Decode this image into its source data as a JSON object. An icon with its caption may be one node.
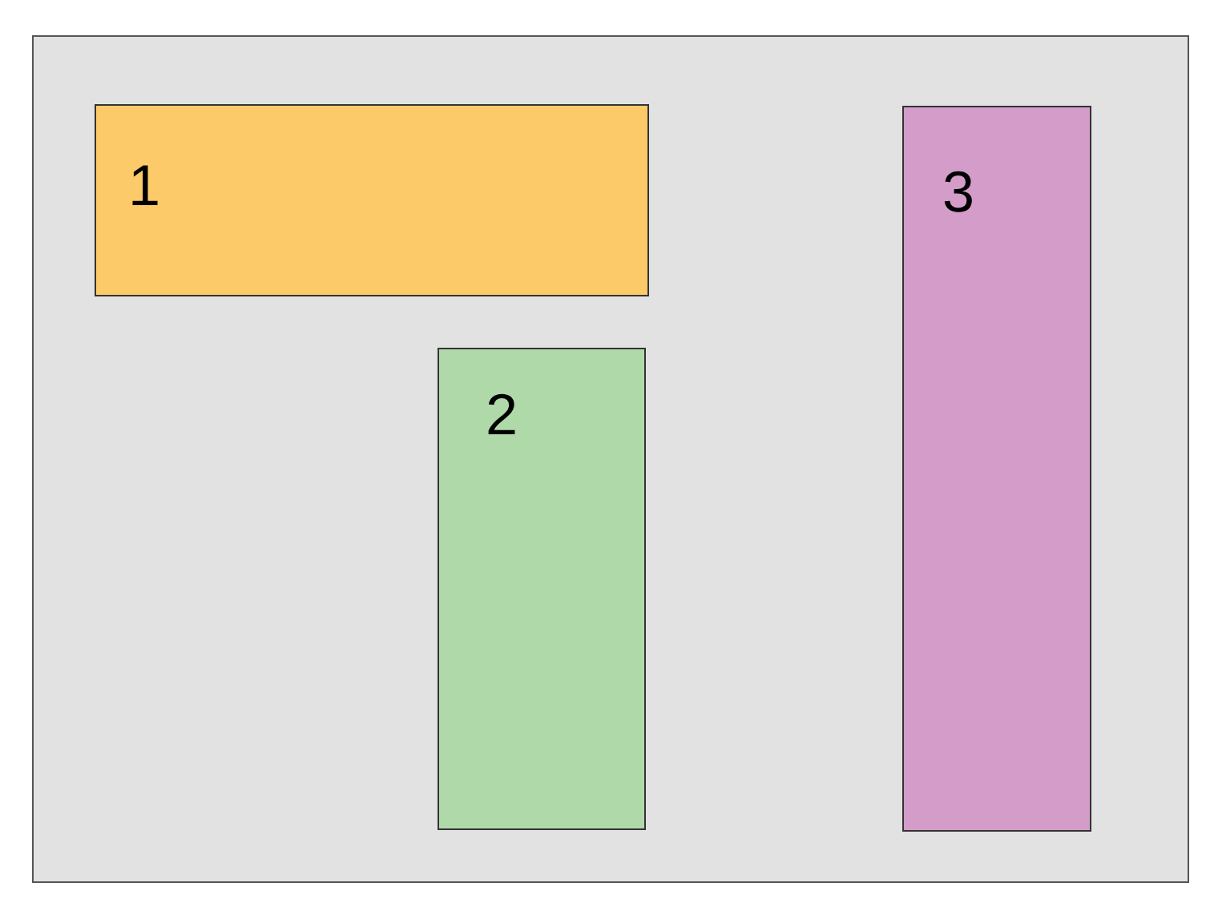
{
  "diagram": {
    "nodes": [
      {
        "text": [],
        "shape": "box"
      },
      {
        "text": [
          "1"
        ],
        "in": 0
      },
      {
        "text": [
          "2"
        ],
        "in": 0
      },
      {
        "text": [
          "3"
        ],
        "in": 0
      }
    ]
  }
}
